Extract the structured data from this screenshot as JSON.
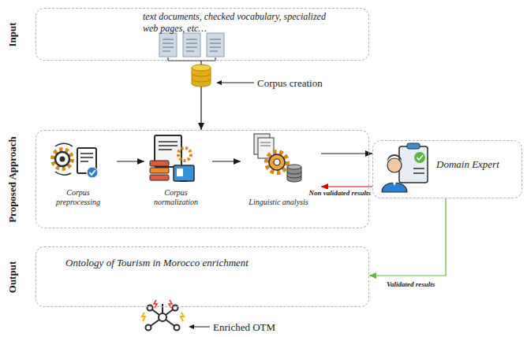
{
  "diagram": {
    "nodes": [
      {
        "text": [
          "Input",
          "text documents, checked vocabulary, specialized web pages, etc…"
        ]
      },
      {
        "text": [
          "Proposed Approach"
        ]
      },
      {
        "text": [
          "Corpus preprocessing"
        ],
        "in": 1
      },
      {
        "text": [
          "Corpus normalization"
        ],
        "in": 1
      },
      {
        "text": [
          "Linguistic analysis"
        ],
        "in": 1
      },
      {
        "text": [
          "Domain Expert"
        ]
      },
      {
        "text": [
          "Output",
          "Ontology of Tourism in Morocco enrichment"
        ]
      }
    ],
    "edges": [
      {
        "from": 0,
        "to": 1,
        "arrow": "to"
      },
      {
        "from": 2,
        "to": 3,
        "arrow": "to"
      },
      {
        "from": 3,
        "to": 4,
        "arrow": "to"
      },
      {
        "from": 4,
        "to": 5,
        "arrow": "to"
      },
      {
        "from": 5,
        "to": 4,
        "label": "Non validated results",
        "arrow": "to"
      },
      {
        "from": 5,
        "to": 6,
        "label": "Validated results",
        "arrow": "to"
      }
    ],
    "labels": [
      "Corpus creation",
      "Enriched OTM"
    ]
  }
}
